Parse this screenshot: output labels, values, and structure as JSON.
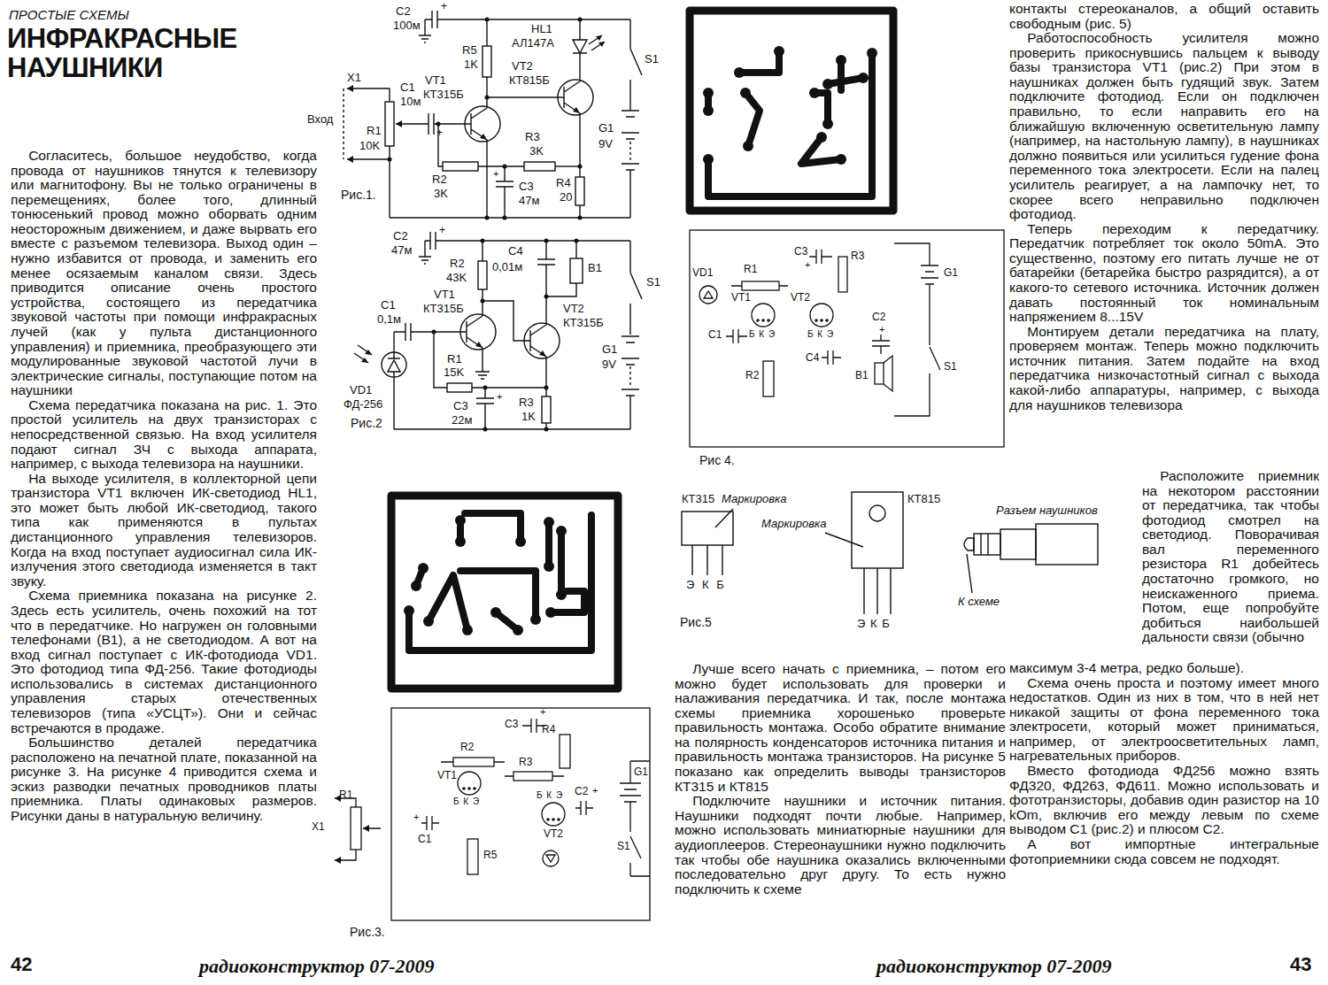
{
  "diagram": {
    "title": "ИНФРАКРАСНЫЕ НАУШНИКИ",
    "labels": [
      "ПРОСТЫЕ СХЕМЫ",
      "Согласитесь, большое неудобство, когда провода от наушников тянутся к телевизору или магнитофону. Вы не только ограничены в перемещениях, более того, длинный тонюсенький провод можно оборвать одним неосторожным движением, и даже вырвать его вместе с разъемом телевизора. Выход один – нужно избавится от провода, и заменить его менее осязаемым каналом связи. Здесь приводится описание очень простого устройства, состоящего из передатчика звуковой частоты при помощи инфракрасных лучей (как у пульта дистанционного управления) и приемника, преобразующего эти модулированные звуковой частотой лучи в электрические сигналы, поступающие потом на наушники",
      "Схема передатчика показана на рис. 1. Это простой усилитель на двух транзисторах с непосредственной связью. На вход усилителя подают сигнал ЗЧ с выхода аппарата, например, с выхода телевизора на наушники.",
      "На выходе усилителя, в коллекторной цепи транзистора VT1 включен ИК-светодиод HL1, это может быть любой ИК-светодиод, такого типа как применяются в пультах дистанционного управления телевизоров. Когда на вход поступает аудиосигнал сила ИК-излучения этого светодиода изменяется в такт звуку.",
      "Схема приемника показана на рисунке 2. Здесь есть усилитель, очень похожий на тот что в передатчике. Но нагружен он головными телефонами (B1), а не светодиодом. А вот на вход сигнал поступает с ИК-фотодиода VD1. Это фотодиод типа ФД-256. Такие фотодиоды использовались в системах дистанционного управления старых отечественных телевизоров (типа «УСЦТ»). Они и сейчас встречаются в продаже.",
      "Большинство деталей передатчика расположено на печатной плате, показанной на рисунке 3. На рисунке 4 приводится схема и эскиз разводки печатных проводников платы приемника. Платы одинаковых размеров. Рисунки даны в натуральную величину.",
      "Лучше всего начать с приемника, – потом его можно будет использовать для проверки и налаживания передатчика. И так, после монтажа схемы приемника хорошенько проверьте правильность монтажа. Особо обратите внимание на полярность конденсаторов источника питания и правильность монтажа транзисторов. На рисунке 5 показано как определить выводы транзисторов КТ315 и КТ815",
      "Подключите наушники и источник питания. Наушники подходят почти любые. Например, можно использовать миниатюрные наушники для аудиоплееров. Стереонаушники нужно подключить так чтобы обе наушника оказались включенными последовательно друг другу. То есть нужно подключить к схеме",
      "контакты стереоканалов, а общий оставить свободным (рис. 5)",
      "Работоспособность усилителя можно проверить прикоснувшись пальцем к выводу базы транзистора VT1 (рис.2) При этом в наушниках должен быть гудящий звук. Затем подключите фотодиод. Если он подключен правильно, то если направить его на ближайшую включенную осветительную лампу (например, на настольную лампу), в наушниках должно появиться или усилиться гудение фона переменного тока электросети. Если на палец усилитель реагирует, а на лампочку нет, то скорее всего неправильно подключен фотодиод.",
      "Теперь переходим к передатчику. Передатчик потребляет ток около 50mA. Это существенно, поэтому его питать лучше не от батарейки (бетарейка быстро разрядится), а от какого-то сетевого источника. Источник должен давать постоянный ток номинальным напряжением 8...15V",
      "Монтируем детали передатчика на плату, проверяем монтаж. Теперь можно подключить источник питания. Затем подайте на вход передатчика низкочастотный сигнал с выхода какой-либо аппаратуры, например, с выхода для наушников телевизора",
      "Расположите приемник на некотором расстоянии от передатчика, так чтобы фотодиод смотрел на светодиод. Поворачивая вал переменного резистора R1 добейтесь достаточно громкого, но неискаженного приема. Потом, еще попробуйте добиться наибольшей дальности связи (обычно",
      "максимум 3-4 метра, редко больше).",
      "Схема очень проста и поэтому имеет много недостатков. Один из них в том, что в ней нет никакой защиты от фона переменного тока электросети, который может приниматься, например, от электроосветительных ламп, нагревательных приборов.",
      "Вместо фотодиода ФД256 можно взять ФД320, ФД263, ФД611. Можно использовать и фототранзисторы, добавив один разистор на 10 kOm, включив его между левым по схеме выводом C1 (рис.2) и плюсом C2.",
      "А вот импортные интегральные фотоприемники сюда совсем не подходят.",
      "C2",
      "100м",
      "+",
      "R5",
      "1K",
      "HL1",
      "АЛ147А",
      "VT1",
      "КТ315Б",
      "VT2",
      "КТ815Б",
      "S1",
      "G1",
      "9V",
      "X1",
      "Вход",
      "C1",
      "10м",
      "+",
      "R1",
      "10K",
      "R2",
      "3K",
      "R3",
      "3K",
      "C3",
      "47м",
      "+",
      "R4",
      "20",
      "Рис.1.",
      "C2",
      "47м",
      "+",
      "C4",
      "0,01м",
      "R2",
      "43K",
      "B1",
      "S1",
      "C1",
      "0,1м",
      "VT1",
      "КТ315Б",
      "VT2",
      "КТ315Б",
      "G1",
      "9V",
      "VD1",
      "ФД-256",
      "R1",
      "15K",
      "C3",
      "22м",
      "+",
      "R3",
      "1K",
      "Рис.2",
      "R2",
      "R4",
      "C3",
      "+",
      "R3",
      "R1",
      "X1",
      "VT1",
      "Б К Э",
      "C1",
      "+",
      "Б К Э",
      "VT2",
      "C2",
      "+",
      "G1",
      "S1",
      "R5",
      "Рис.3.",
      "VD1",
      "R1",
      "C3",
      "+",
      "R3",
      "G1",
      "VT1",
      "Б К Э",
      "VT2",
      "Б К Э",
      "C2",
      "+",
      "C1",
      "R2",
      "C4",
      "B1",
      "S1",
      "Рис 4.",
      "КТ315",
      "Маркировка",
      "Э К Б",
      "КТ815",
      "Маркировка",
      "Э К Б",
      "Разъем наушников",
      "К схеме",
      "Рис.5",
      "42",
      "радиоконструктор 07-2009",
      "радиоконструктор 07-2009",
      "43"
    ]
  }
}
